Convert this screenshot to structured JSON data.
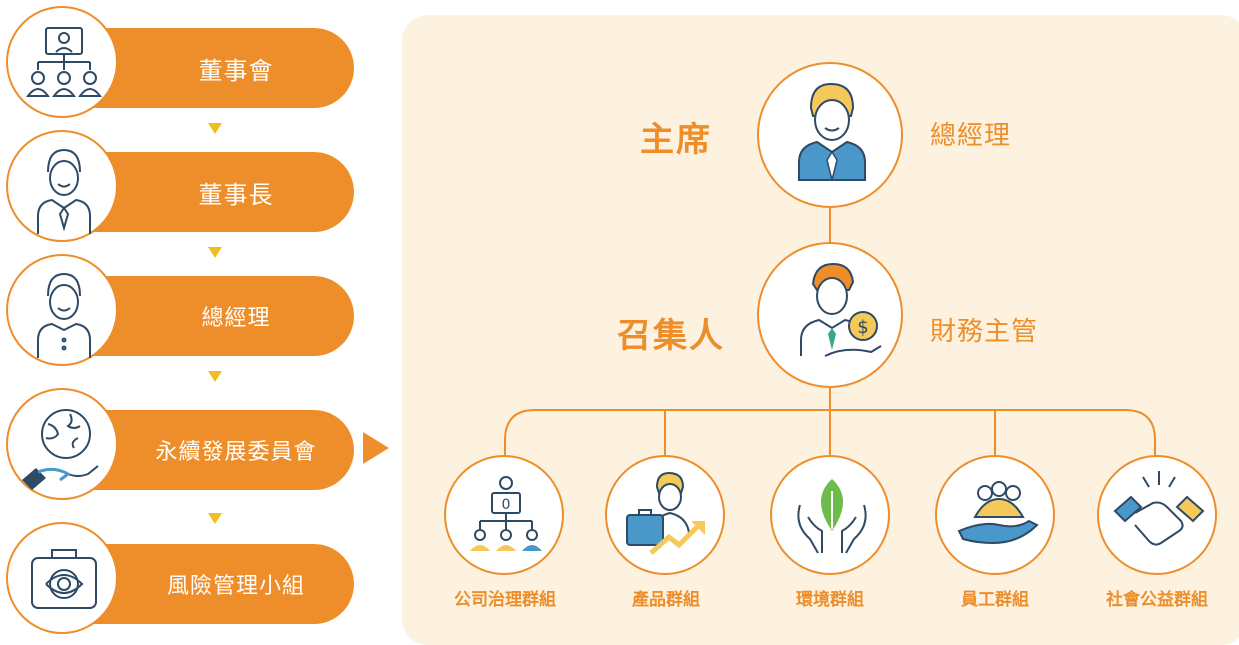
{
  "hierarchy": [
    {
      "label": "董事會",
      "icon": "org-chart-icon"
    },
    {
      "label": "董事長",
      "icon": "chairman-icon"
    },
    {
      "label": "總經理",
      "icon": "manager-icon"
    },
    {
      "label": "永續發展委員會",
      "icon": "globe-hand-icon"
    },
    {
      "label": "風險管理小組",
      "icon": "risk-briefcase-icon"
    }
  ],
  "committee": {
    "chair": {
      "role": "主席",
      "person": "總經理",
      "icon": "businessman-icon"
    },
    "convener": {
      "role": "召集人",
      "person": "財務主管",
      "icon": "finance-officer-icon"
    },
    "groups": [
      {
        "label": "公司治理群組",
        "icon": "org-chart-icon"
      },
      {
        "label": "產品群組",
        "icon": "business-growth-icon"
      },
      {
        "label": "環境群組",
        "icon": "leaf-hands-icon"
      },
      {
        "label": "員工群組",
        "icon": "team-hand-icon"
      },
      {
        "label": "社會公益群組",
        "icon": "handshake-icon"
      }
    ]
  },
  "colors": {
    "accent": "#ee8e2b",
    "panel": "#fdf1df",
    "arrow": "#f1be1f",
    "icon_blue": "#4a98c9",
    "icon_navy": "#2d4a66"
  }
}
